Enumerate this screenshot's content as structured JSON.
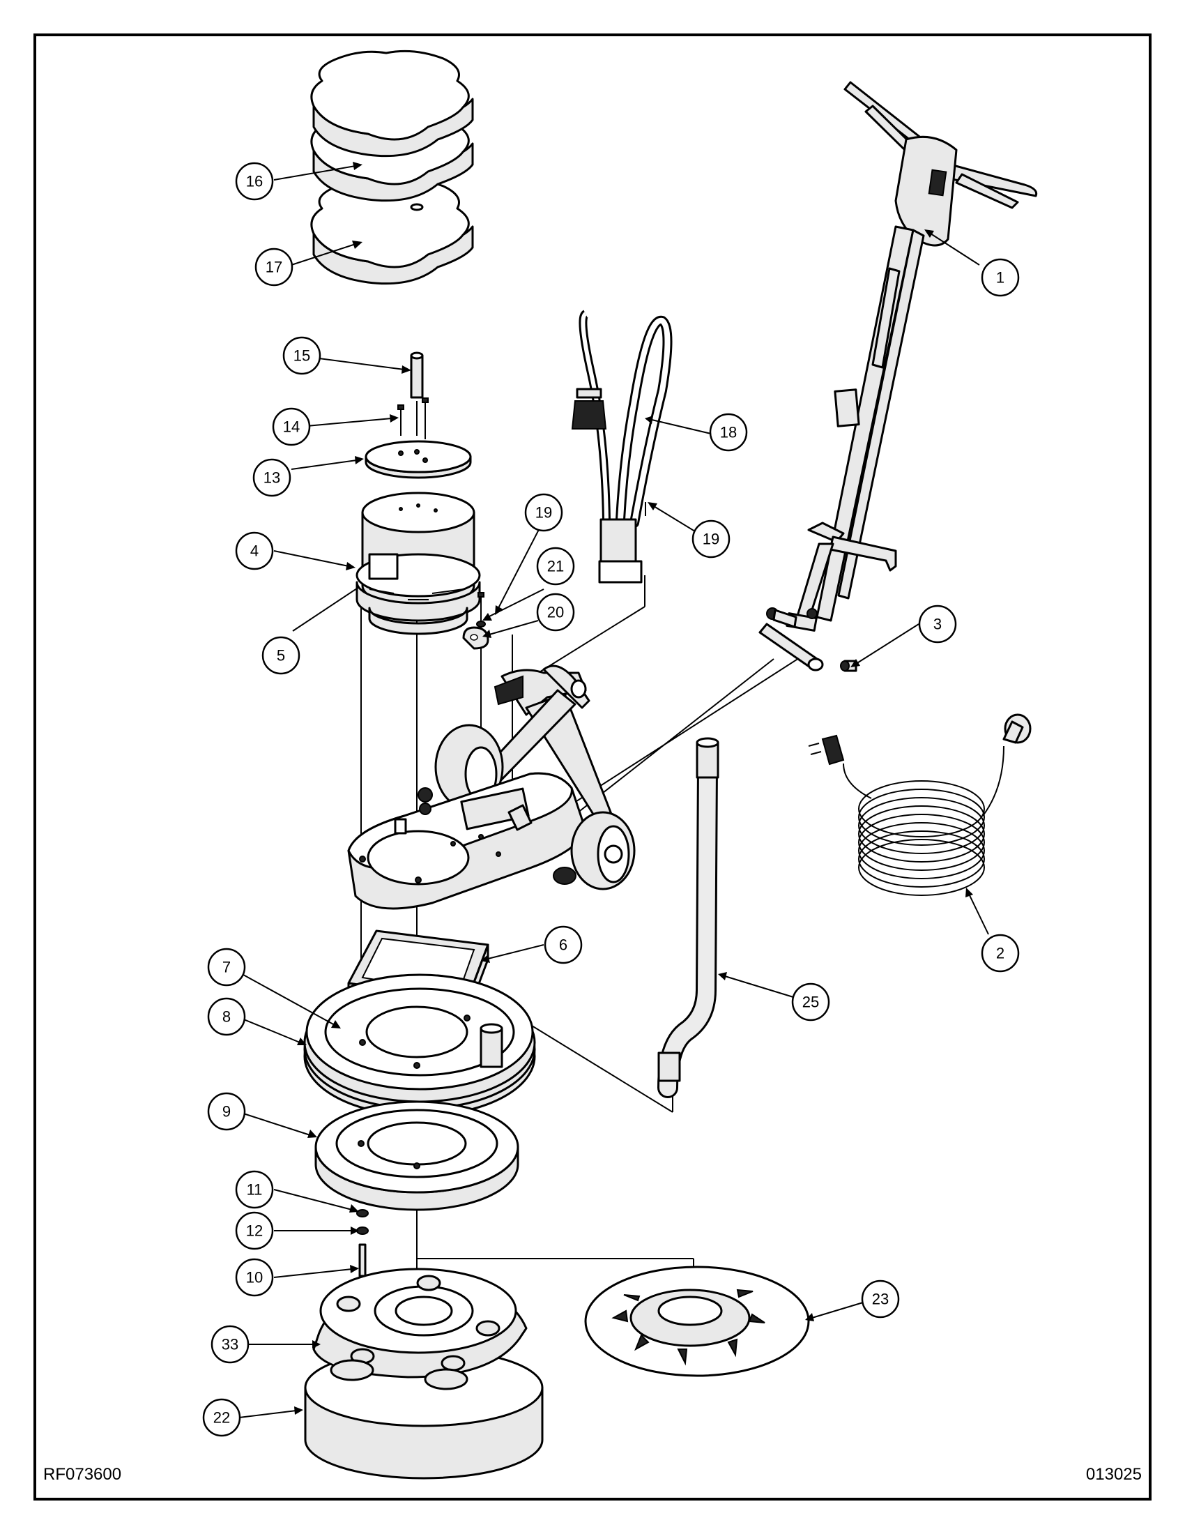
{
  "drawing": {
    "ref_left": "RF073600",
    "ref_right": "013025"
  },
  "callouts": [
    {
      "id": "c1",
      "label": "1"
    },
    {
      "id": "c2",
      "label": "2"
    },
    {
      "id": "c3",
      "label": "3"
    },
    {
      "id": "c4",
      "label": "4"
    },
    {
      "id": "c5",
      "label": "5"
    },
    {
      "id": "c6",
      "label": "6"
    },
    {
      "id": "c7",
      "label": "7"
    },
    {
      "id": "c8",
      "label": "8"
    },
    {
      "id": "c9",
      "label": "9"
    },
    {
      "id": "c10",
      "label": "10"
    },
    {
      "id": "c11",
      "label": "11"
    },
    {
      "id": "c12",
      "label": "12"
    },
    {
      "id": "c13",
      "label": "13"
    },
    {
      "id": "c14",
      "label": "14"
    },
    {
      "id": "c15",
      "label": "15"
    },
    {
      "id": "c16",
      "label": "16"
    },
    {
      "id": "c17",
      "label": "17"
    },
    {
      "id": "c18",
      "label": "18"
    },
    {
      "id": "c19a",
      "label": "19"
    },
    {
      "id": "c19b",
      "label": "19"
    },
    {
      "id": "c20",
      "label": "20"
    },
    {
      "id": "c21",
      "label": "21"
    },
    {
      "id": "c22",
      "label": "22"
    },
    {
      "id": "c23",
      "label": "23"
    },
    {
      "id": "c25",
      "label": "25"
    },
    {
      "id": "c33",
      "label": "33"
    }
  ]
}
